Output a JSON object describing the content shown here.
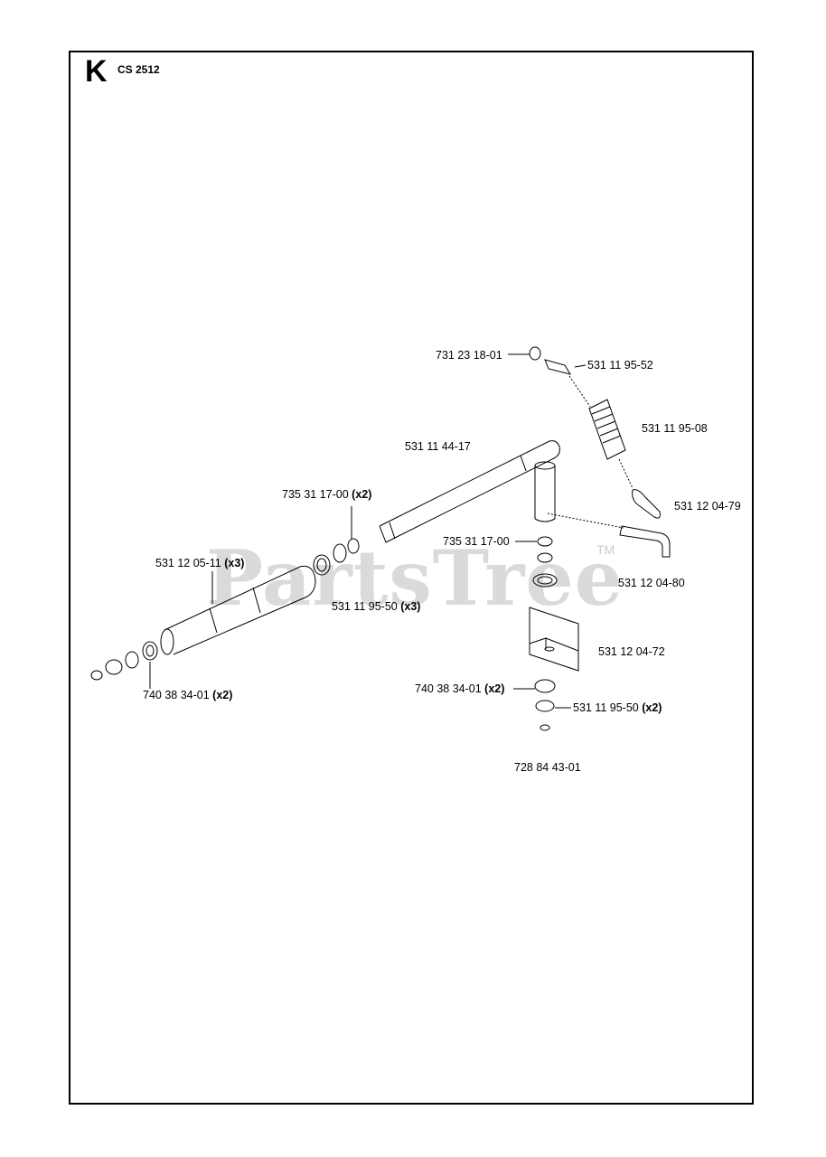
{
  "header": {
    "section": "K",
    "model": "CS 2512"
  },
  "watermark": {
    "brand": "PartsTree",
    "tm": "TM"
  },
  "parts": [
    {
      "id": "p1",
      "number": "731 23 18-01",
      "qty": ""
    },
    {
      "id": "p2",
      "number": "531 11 95-52",
      "qty": ""
    },
    {
      "id": "p3",
      "number": "531 11 95-08",
      "qty": ""
    },
    {
      "id": "p4",
      "number": "531 11 44-17",
      "qty": ""
    },
    {
      "id": "p5",
      "number": "735 31 17-00",
      "qty": "(x2)"
    },
    {
      "id": "p6",
      "number": "531 12 04-79",
      "qty": ""
    },
    {
      "id": "p7",
      "number": "735 31 17-00",
      "qty": ""
    },
    {
      "id": "p8",
      "number": "531 12 05-11",
      "qty": "(x3)"
    },
    {
      "id": "p9",
      "number": "531 12 04-80",
      "qty": ""
    },
    {
      "id": "p10",
      "number": "531 11 95-50",
      "qty": "(x3)"
    },
    {
      "id": "p11",
      "number": "531 12 04-72",
      "qty": ""
    },
    {
      "id": "p12",
      "number": "740 38 34-01",
      "qty": "(x2)"
    },
    {
      "id": "p13",
      "number": "740 38 34-01",
      "qty": "(x2)"
    },
    {
      "id": "p14",
      "number": "531 11 95-50",
      "qty": "(x2)"
    },
    {
      "id": "p15",
      "number": "728 84 43-01",
      "qty": ""
    }
  ]
}
